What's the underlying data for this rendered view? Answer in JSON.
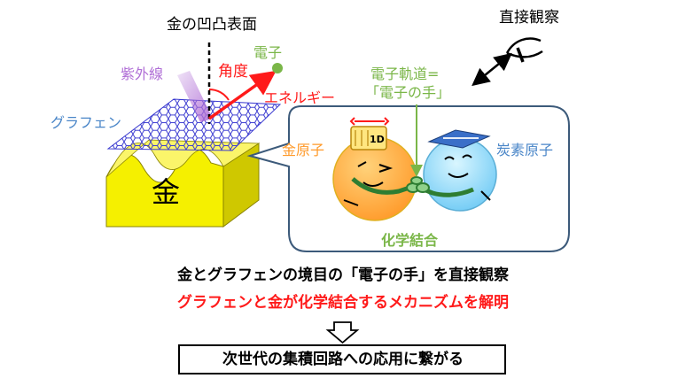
{
  "labels": {
    "surface": "金の凹凸表面",
    "electron": "電子",
    "angle": "角度",
    "energy": "エネルギー",
    "uv": "紫外線",
    "graphene": "グラフェン",
    "gold_block": "金",
    "direct_obs": "直接観察",
    "orbital_line1": "電子軌道=",
    "orbital_line2": "「電子の手」",
    "gold_atom": "金原子",
    "carbon_atom": "炭素原子",
    "chem_bond": "化学結合",
    "tag_1d": "1D"
  },
  "captions": {
    "line1": "金とグラフェンの境目の「電子の手」を直接観察",
    "line2": "グラフェンと金が化学結合するメカニズムを解明",
    "result": "次世代の集積回路への応用に繋がる"
  },
  "colors": {
    "gold_fill": "#f5f000",
    "gold_side": "#cfc800",
    "graphene": "#3a3ad0",
    "uv": "#b06fd6",
    "electron": "#7ab648",
    "arrow_red": "#ff1a1a",
    "orange_atom": "#ff9a2a",
    "blue_atom": "#8ed8ff",
    "bubble_border": "#3c5a7a",
    "graphene_label": "#4a86c8",
    "caption_red": "#ff1a1a"
  }
}
